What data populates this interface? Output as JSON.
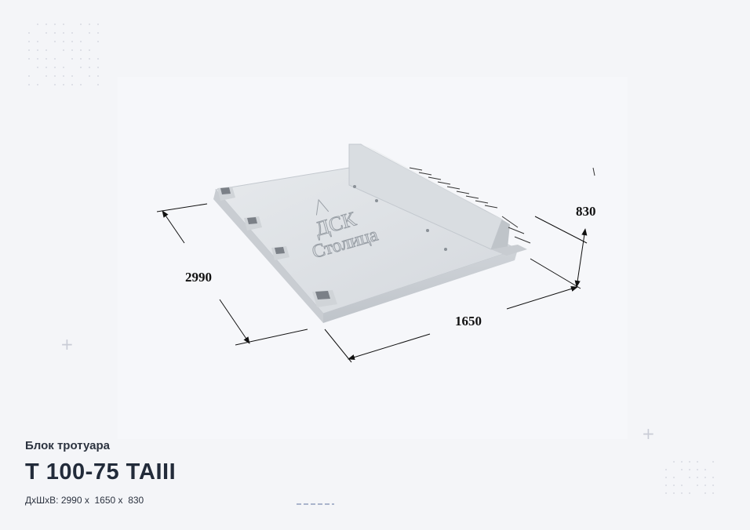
{
  "product": {
    "category": "Блок тротуара",
    "model": "Т 100-75 ТАIII",
    "dims_label": "ДхШхВ:",
    "dims_value": "2990 х  1650 х  830"
  },
  "drawing": {
    "dim_length": "2990",
    "dim_width": "1650",
    "dim_height": "830",
    "logo_top": "ДСК",
    "logo_bottom": "Столица"
  }
}
